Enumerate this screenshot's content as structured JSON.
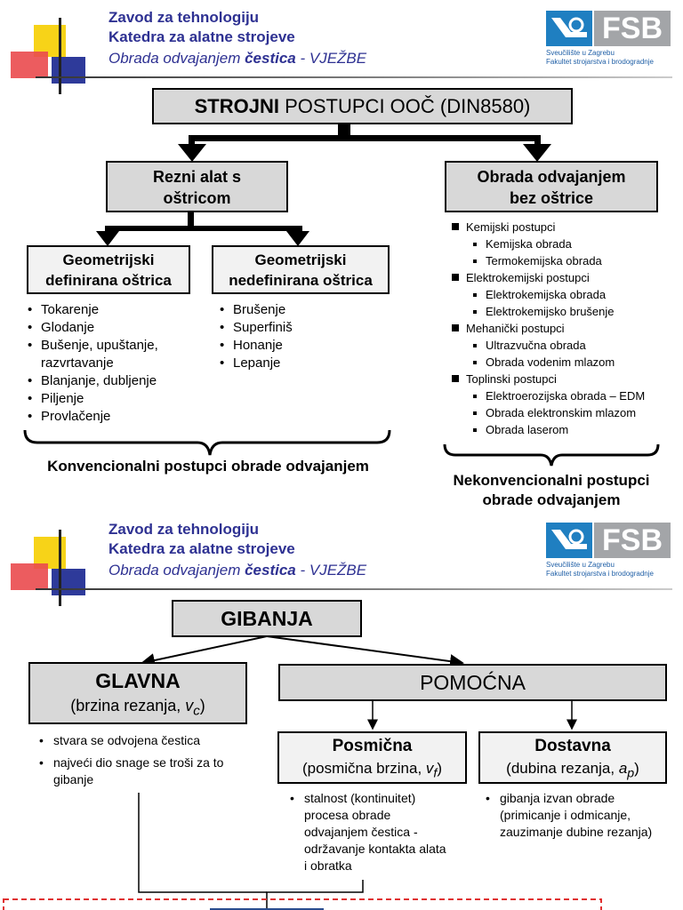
{
  "slide1": {
    "header": {
      "line1": "Zavod za tehnologiju",
      "line2": "Katedra za alatne strojeve",
      "line3_pre": "Obrada odvajanjem ",
      "line3_bold": "čestica",
      "line3_post": " - VJEŽBE"
    },
    "logo": {
      "text": "FSB",
      "sub1": "Sveučilište u Zagrebu",
      "sub2": "Fakultet strojarstva i brodogradnje"
    },
    "title_bold": "STROJNI",
    "title_rest": " POSTUPCI OOČ (DIN8580)",
    "left_box": "Rezni alat s oštricom",
    "right_box": "Obrada odvajanjem bez oštrice",
    "geo_def": "Geometrijski definirana oštrica",
    "geo_undef": "Geometrijski nedefinirana oštrica",
    "def_list": [
      "Tokarenje",
      "Glodanje",
      "Bušenje, upuštanje, razvrtavanje",
      "Blanjanje, dubljenje",
      "Piljenje",
      "Provlačenje"
    ],
    "undef_list": [
      "Brušenje",
      "Superfiniš",
      "Honanje",
      "Lepanje"
    ],
    "nonconv_list": [
      {
        "text": "Kemijski postupci",
        "level": 1
      },
      {
        "text": "Kemijska obrada",
        "level": 2
      },
      {
        "text": "Termokemijska obrada",
        "level": 2
      },
      {
        "text": "Elektrokemijski postupci",
        "level": 1
      },
      {
        "text": "Elektrokemijska obrada",
        "level": 2
      },
      {
        "text": "Elektrokemijsko brušenje",
        "level": 2
      },
      {
        "text": "Mehanički postupci",
        "level": 1
      },
      {
        "text": "Ultrazvučna obrada",
        "level": 2
      },
      {
        "text": "Obrada vodenim mlazom",
        "level": 2
      },
      {
        "text": "Toplinski postupci",
        "level": 1
      },
      {
        "text": "Elektroerozijska obrada – EDM",
        "level": 2
      },
      {
        "text": "Obrada elektronskim mlazom",
        "level": 2
      },
      {
        "text": "Obrada laserom",
        "level": 2
      }
    ],
    "conv_label": "Konvencionalni postupci obrade odvajanjem",
    "nonconv_label": "Nekonvencionalni postupci obrade odvajanjem"
  },
  "slide2": {
    "title": "GIBANJA",
    "glavna": "GLAVNA",
    "glavna_sub_pre": "(brzina rezanja, ",
    "glavna_sub_var": "v",
    "glavna_sub_idx": "c",
    "glavna_sub_post": ")",
    "pomocna": "POMOĆNA",
    "posmicna": "Posmična",
    "posmicna_sub_pre": "(posmična brzina, ",
    "posmicna_sub_var": "v",
    "posmicna_sub_idx": "f",
    "posmicna_sub_post": ")",
    "dostavna": "Dostavna",
    "dostavna_sub_pre": "(dubina rezanja, ",
    "dostavna_sub_var": "a",
    "dostavna_sub_idx": "p",
    "dostavna_sub_post": ")",
    "glavna_list": [
      "stvara se odvojena čestica",
      "najveći dio snage se troši za to gibanje"
    ],
    "posmicna_list": [
      "stalnost (kontinuitet) procesa obrade odvajanjem čestica - održavanje kontakta alata i obratka"
    ],
    "dostavna_list": [
      "gibanja izvan obrade (primicanje i odmicanje, zauzimanje dubine rezanja)"
    ]
  }
}
